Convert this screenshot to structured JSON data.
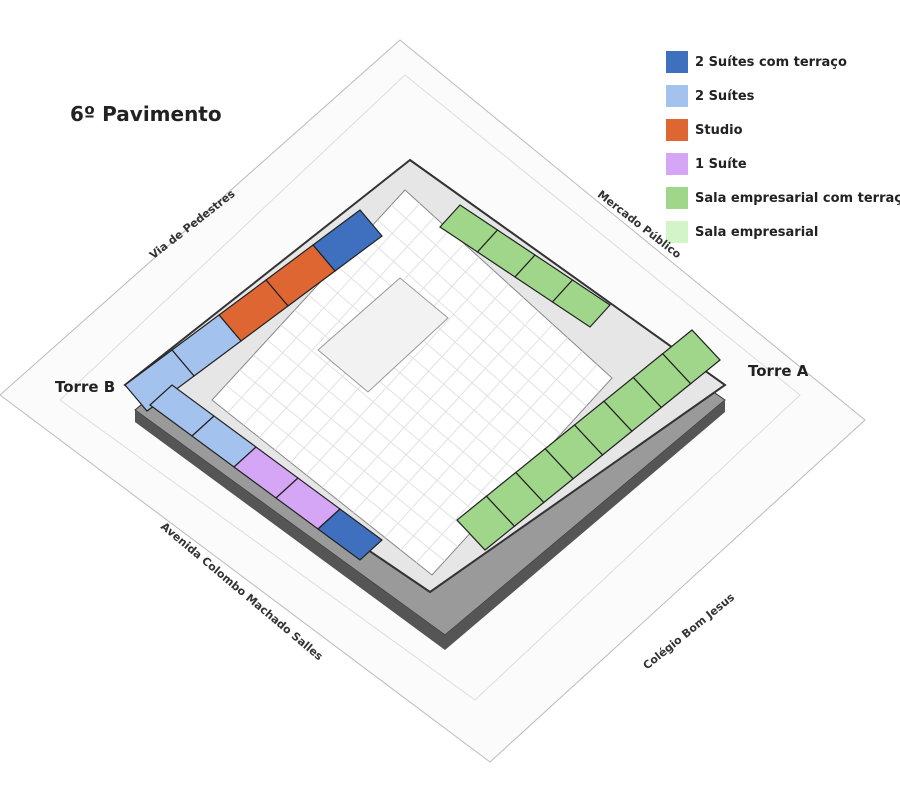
{
  "title": "6º Pavimento",
  "legend": [
    {
      "label": "2 Suítes com terraço",
      "color": "#3f6fbf",
      "key": "suite2t"
    },
    {
      "label": "2 Suítes",
      "color": "#a3c3ee",
      "key": "suite2"
    },
    {
      "label": "Studio",
      "color": "#dd6633",
      "key": "studio"
    },
    {
      "label": "1 Suíte",
      "color": "#d4a6f5",
      "key": "suite1"
    },
    {
      "label": "Sala empresarial com terraço",
      "color": "#9fd68a",
      "key": "salat"
    },
    {
      "label": "Sala empresarial",
      "color": "#d3f3c8",
      "key": "sala"
    }
  ],
  "streets": {
    "north_west": "Via de Pedestres",
    "north_east": "Mercado Público",
    "south_west": "Avenida Colombo Machado Salles",
    "south_east": "Colégio Bom Jesus"
  },
  "towers": {
    "a": "Torre A",
    "b": "Torre B"
  },
  "units": {
    "torre_b_nw": [
      "suite2t",
      "studio",
      "studio",
      "suite2",
      "suite2"
    ],
    "torre_b_sw": [
      "suite2",
      "suite2",
      "suite1",
      "suite1",
      "suite2t"
    ],
    "torre_a_ne": [
      "salat",
      "salat",
      "salat",
      "salat"
    ],
    "torre_a_se": [
      "salat",
      "salat",
      "salat",
      "salat",
      "salat",
      "salat",
      "salat",
      "salat"
    ]
  }
}
